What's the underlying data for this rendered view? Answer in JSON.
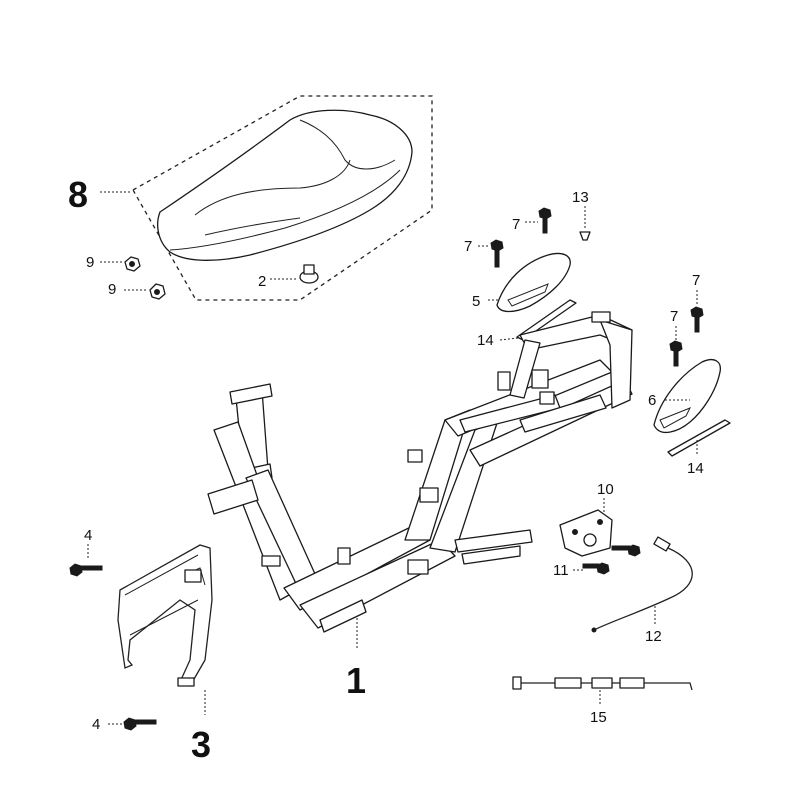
{
  "callouts": [
    {
      "id": "frame",
      "label": "1",
      "emphasis": true
    },
    {
      "id": "seat-nut",
      "label": "2",
      "emphasis": false
    },
    {
      "id": "front-bracket",
      "label": "3",
      "emphasis": true
    },
    {
      "id": "bracket-bolt-top",
      "label": "4",
      "emphasis": false
    },
    {
      "id": "bracket-bolt-bottom",
      "label": "4",
      "emphasis": false
    },
    {
      "id": "left-cover",
      "label": "5",
      "emphasis": false
    },
    {
      "id": "right-cover",
      "label": "6",
      "emphasis": false
    },
    {
      "id": "bolt-7a",
      "label": "7",
      "emphasis": false
    },
    {
      "id": "bolt-7b",
      "label": "7",
      "emphasis": false
    },
    {
      "id": "bolt-7c",
      "label": "7",
      "emphasis": false
    },
    {
      "id": "bolt-7d",
      "label": "7",
      "emphasis": false
    },
    {
      "id": "seat",
      "label": "8",
      "emphasis": true
    },
    {
      "id": "nut-9a",
      "label": "9",
      "emphasis": false
    },
    {
      "id": "nut-9b",
      "label": "9",
      "emphasis": false
    },
    {
      "id": "seat-lock",
      "label": "10",
      "emphasis": false
    },
    {
      "id": "lock-bolt",
      "label": "11",
      "emphasis": false
    },
    {
      "id": "seat-cable",
      "label": "12",
      "emphasis": false
    },
    {
      "id": "clip-13",
      "label": "13",
      "emphasis": false
    },
    {
      "id": "strip-14a",
      "label": "14",
      "emphasis": false
    },
    {
      "id": "strip-14b",
      "label": "14",
      "emphasis": false
    },
    {
      "id": "release-cable",
      "label": "15",
      "emphasis": false
    }
  ]
}
